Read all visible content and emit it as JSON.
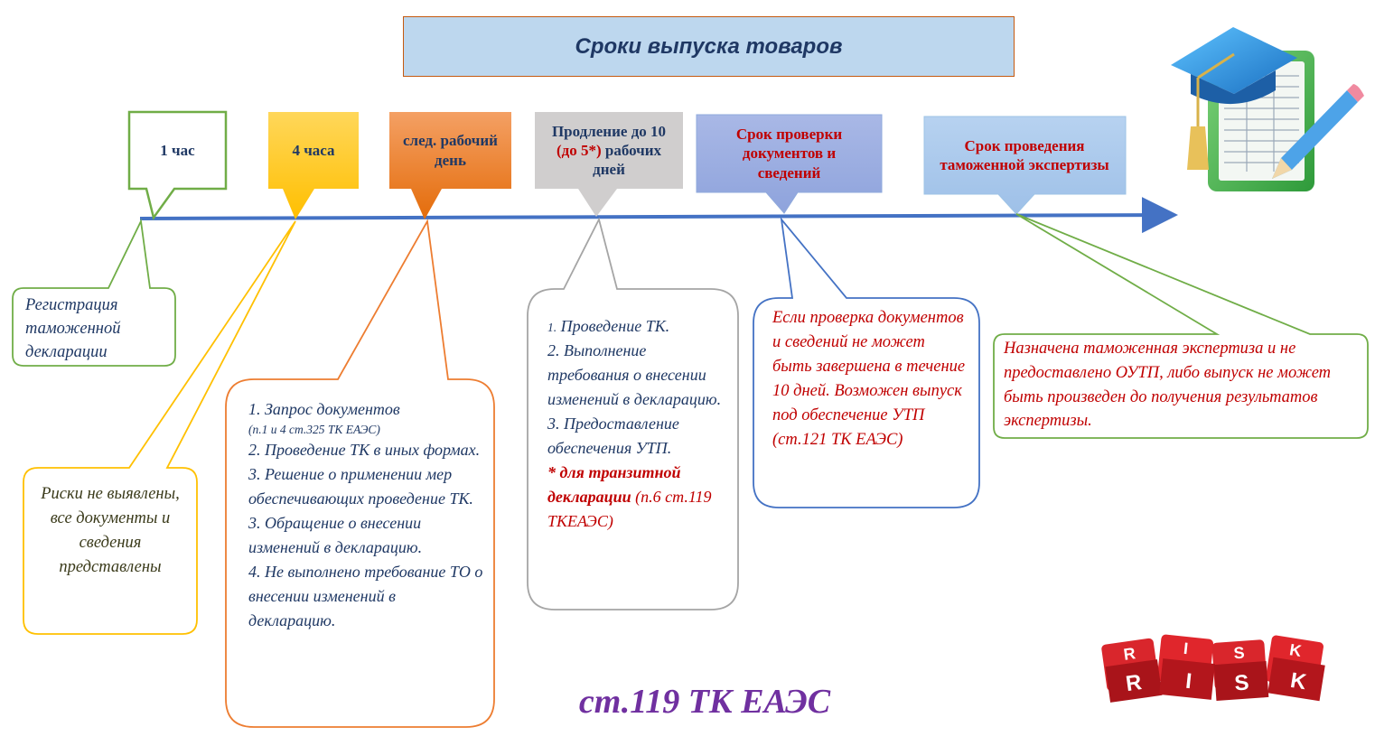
{
  "title": "Сроки выпуска товаров",
  "timeline": [
    {
      "id": "1",
      "label": "1 час"
    },
    {
      "id": "2",
      "label": "4 часа"
    },
    {
      "id": "3",
      "label": "след. рабочий день"
    },
    {
      "id": "4",
      "label_part1": "Продление до 10",
      "label_red": "(до 5*)",
      "label_part2": "рабочих дней"
    },
    {
      "id": "5",
      "label": "Срок проверки документов и сведений"
    },
    {
      "id": "6",
      "label": "Срок проведения таможенной экспертизы"
    }
  ],
  "notes": {
    "registration": "Регистрация таможенной декларации",
    "no_risks": "Риски не выявлены, все документы и сведения представлены",
    "orange": {
      "item1": "1. Запрос документов",
      "item1_ref": "(п.1 и 4 ст.325 ТК ЕАЭС)",
      "item2": "2. Проведение ТК в иных формах.",
      "item3": "3. Решение о применении мер обеспечивающих проведение ТК.",
      "item4": "3. Обращение о внесении изменений в декларацию.",
      "item5": "4. Не выполнено требование ТО о внесении изменений в декларацию."
    },
    "gray": {
      "item1_num": "1.",
      "item1": " Проведение ТК.",
      "item2": "2. Выполнение требования о внесении изменений в декларацию.",
      "item3": "3. Предоставление обеспечения УТП.",
      "transit_bold": "* для транзитной декларации",
      "transit_ref": " (п.6 ст.119 ТКЕАЭС)"
    },
    "blue": "Если проверка документов и сведений не может быть завершена в течение 10 дней. Возможен выпуск под обеспечение УТП (ст.121 ТК ЕАЭС)",
    "green": "Назначена таможенная экспертиза и не предоставлено ОУТП, либо выпуск не может быть произведен до получения результатов экспертизы."
  },
  "footer": "ст.119 ТК ЕАЭС",
  "risk_letters": [
    "R",
    "I",
    "S",
    "K",
    "R",
    "I",
    "S",
    "K"
  ],
  "colors": {
    "axis": "#4472c4",
    "green": "#70ad47",
    "yellow": "#ffc000",
    "orange": "#ed7d31",
    "gray": "#a5a5a5",
    "blue": "#4472c4",
    "text_dark_blue": "#1f3864",
    "text_red": "#c00000",
    "footer": "#7030a0"
  }
}
